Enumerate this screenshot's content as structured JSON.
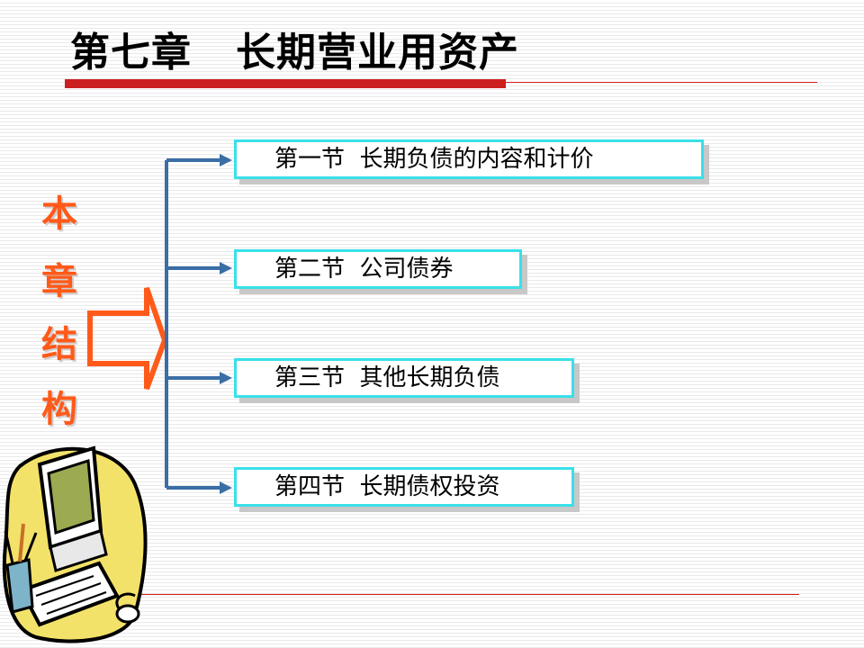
{
  "title": "第七章   长期营业用资产",
  "side_label": [
    "本",
    "章",
    "结",
    "构"
  ],
  "sections": [
    {
      "label": "第一节  长期负债的内容和计价"
    },
    {
      "label": "第二节  公司债券"
    },
    {
      "label": "第三节  其他长期负债"
    },
    {
      "label": "第四节  长期债权投资"
    }
  ],
  "colors": {
    "accent_red": "#cc1f1f",
    "arrow_orange": "#ff5a1a",
    "box_border": "#39e0ea",
    "connector_blue": "#3a6ea5"
  },
  "icons": [
    "computer-clipart"
  ]
}
